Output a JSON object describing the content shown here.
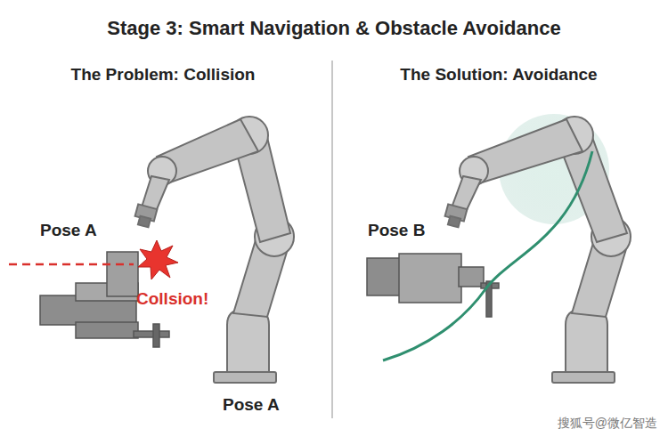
{
  "diagram": {
    "title": "Stage 3: Smart Navigation & Obstacle Avoidance",
    "labels": [
      "The Problem: Collision",
      "Pose A",
      "Collsion!",
      "Pose A",
      "The Solution: Avoidance",
      "Pose B",
      "搜狐号@微亿智造"
    ]
  }
}
